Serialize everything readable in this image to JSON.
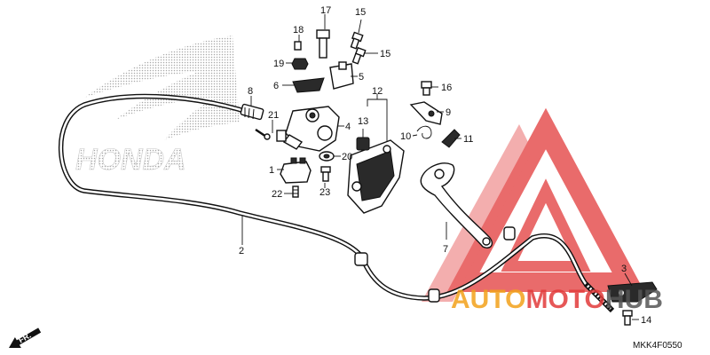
{
  "brand_logo": {
    "wordmark": "HONDA"
  },
  "diagram_code": "MKK4F0550",
  "direction_marker": "FR.",
  "watermark": {
    "text_part1": "AUTO",
    "text_part2": "MOTO",
    "text_part3": "HUB",
    "colors": {
      "red": "#e23a3a",
      "orange": "#f3a21b",
      "gray": "#555555"
    }
  },
  "callouts": {
    "c1": "1",
    "c2": "2",
    "c3": "3",
    "c4": "4",
    "c5": "5",
    "c6": "6",
    "c7": "7",
    "c8": "8",
    "c9": "9",
    "c10": "10",
    "c11": "11",
    "c12": "12",
    "c13": "13",
    "c14": "14",
    "c15a": "15",
    "c15b": "15",
    "c16": "16",
    "c17": "17",
    "c18": "18",
    "c19": "19",
    "c20": "20",
    "c21": "21",
    "c22": "22",
    "c23": "23"
  }
}
